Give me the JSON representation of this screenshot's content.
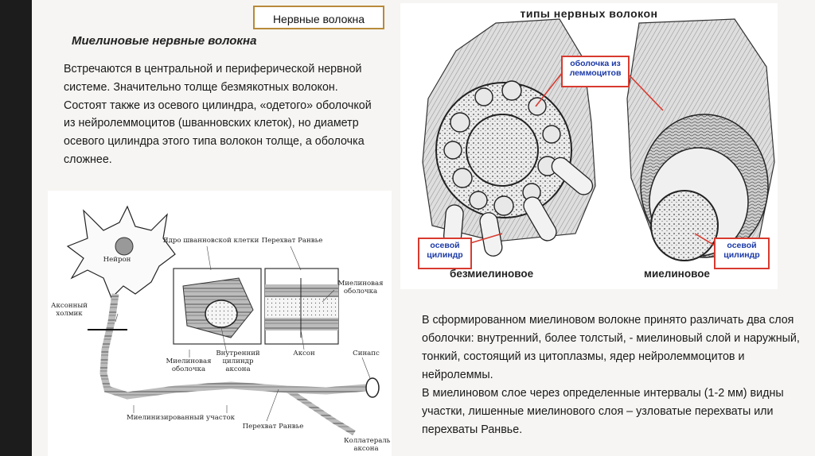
{
  "slide": {
    "title": "Нервные волокна",
    "subtitle": "Миелиновые нервные волокна",
    "intro": "Встречаются в центральной и периферической нервной системе. Значительно толще безмякотных волокон. Состоят также из осевого цилиндра, «одетого» оболочкой из нейролеммоцитов (шванновских клеток), но диаметр осевого цилиндра этого типа волокон толще, а оболочка сложнее.",
    "body_p1": "В сформированном миелиновом волокне принято различать два слоя оболочки: внутренний, более толстый, - миелиновый слой и наружный, тонкий, состоящий из цитоплазмы, ядер нейролеммоцитов и нейролеммы.",
    "body_p2": "В миелиновом слое через определенные интервалы (1-2 мм) видны участки, лишенные миелинового слоя – узловатые перехваты или перехваты Ранвье."
  },
  "fiber_figure": {
    "title": "типы нервных волокон",
    "callout_sheath": "оболочка из леммоцитов",
    "callout_axis_left": "осевой цилиндр",
    "callout_axis_right": "осевой цилиндр",
    "caption_left": "безмиелиновое",
    "caption_right": "миелиновое"
  },
  "neuron_figure": {
    "labels": {
      "neuron": "Нейрон",
      "schwann_nucleus": "Ядро шванновской клетки",
      "ranvier_top": "Перехват Ранвье",
      "myelin_sheath_right": "Миелиновая оболочка",
      "axon_hillock": "Аксонный холмик",
      "inner_cylinder": "Внутренний цилиндр аксона",
      "myelin_sheath_left": "Миелиновая оболочка",
      "axon": "Аксон",
      "synapse": "Синапс",
      "myelinated_segment": "Миелинизированный участок",
      "ranvier_bottom": "Перехват Ранвье",
      "collateral": "Коллатераль аксона"
    }
  },
  "colors": {
    "accent_border": "#b88a39",
    "callout_border": "#d83a2f",
    "callout_text": "#1c3aa8"
  }
}
